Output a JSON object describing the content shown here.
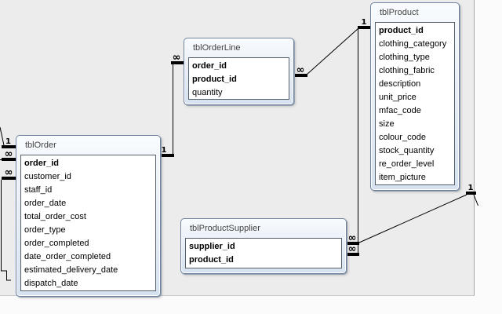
{
  "window": {
    "view": "Relationships"
  },
  "labels": {
    "one": "1",
    "many": "∞"
  },
  "colors": {
    "canvas_bg": "#ececec",
    "table_border": "#6d83a1",
    "table_header_tint": "#d6e2f0",
    "wire": "#000000"
  },
  "tables": [
    {
      "title": "tblOrder",
      "fields": [
        {
          "name": "order_id",
          "pk": true
        },
        {
          "name": "customer_id",
          "pk": false
        },
        {
          "name": "staff_id",
          "pk": false
        },
        {
          "name": "order_date",
          "pk": false
        },
        {
          "name": "total_order_cost",
          "pk": false
        },
        {
          "name": "order_type",
          "pk": false
        },
        {
          "name": "order_completed",
          "pk": false
        },
        {
          "name": "date_order_completed",
          "pk": false
        },
        {
          "name": "estimated_delivery_date",
          "pk": false
        },
        {
          "name": "dispatch_date",
          "pk": false
        }
      ]
    },
    {
      "title": "tblOrderLine",
      "fields": [
        {
          "name": "order_id",
          "pk": true
        },
        {
          "name": "product_id",
          "pk": true
        },
        {
          "name": "quantity",
          "pk": false
        }
      ]
    },
    {
      "title": "tblProduct",
      "fields": [
        {
          "name": "product_id",
          "pk": true
        },
        {
          "name": "clothing_category",
          "pk": false
        },
        {
          "name": "clothing_type",
          "pk": false
        },
        {
          "name": "clothing_fabric",
          "pk": false
        },
        {
          "name": "description",
          "pk": false
        },
        {
          "name": "unit_price",
          "pk": false
        },
        {
          "name": "mfac_code",
          "pk": false
        },
        {
          "name": "size",
          "pk": false
        },
        {
          "name": "colour_code",
          "pk": false
        },
        {
          "name": "stock_quantity",
          "pk": false
        },
        {
          "name": "re_order_level",
          "pk": false
        },
        {
          "name": "item_picture",
          "pk": false
        }
      ]
    },
    {
      "title": "tblProductSupplier",
      "fields": [
        {
          "name": "supplier_id",
          "pk": true
        },
        {
          "name": "product_id",
          "pk": true
        }
      ]
    }
  ],
  "relationships": [
    {
      "one_side": "tblOrder",
      "many_side": "tblOrderLine",
      "one_label": "1",
      "many_label": "∞"
    },
    {
      "one_side": "tblProduct",
      "many_side": "tblOrderLine",
      "one_label": "1",
      "many_label": "∞"
    },
    {
      "one_side": "tblProduct",
      "many_side": "tblProductSupplier",
      "one_label": "1",
      "many_label": "∞"
    },
    {
      "one_side": "off-screen-right",
      "many_side": "tblProductSupplier",
      "one_label": "1",
      "many_label": "∞"
    },
    {
      "one_side": "tblOrder",
      "many_side": "off-screen-left",
      "one_label": "1",
      "many_label": ""
    },
    {
      "one_side": "off-screen-left",
      "many_side": "tblOrder",
      "one_label": "",
      "many_label": "∞"
    },
    {
      "one_side": "off-screen-left",
      "many_side": "tblOrder",
      "one_label": "",
      "many_label": "∞"
    }
  ]
}
